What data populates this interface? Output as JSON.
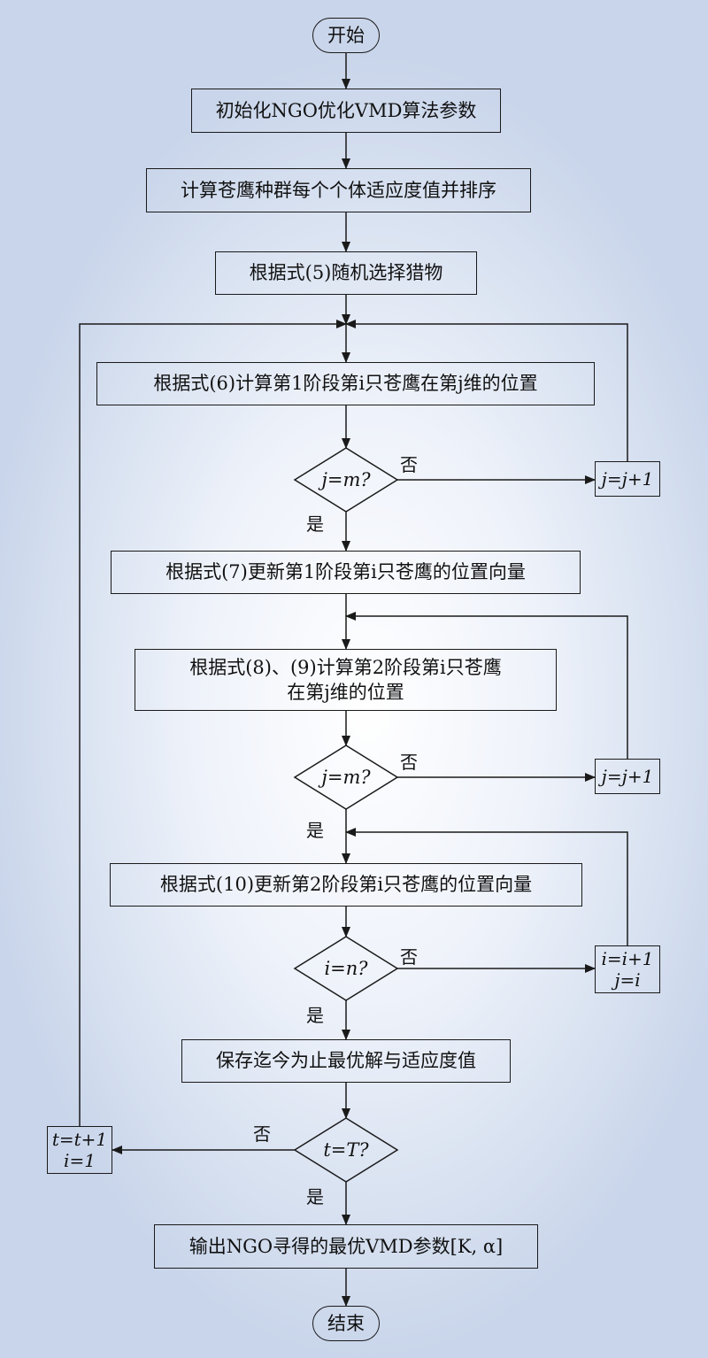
{
  "nodes": {
    "start": "开始",
    "init": "初始化NGO优化VMD算法参数",
    "fitness": "计算苍鹰种群每个个体适应度值并排序",
    "select_prey": "根据式(5)随机选择猎物",
    "phase1_calc": "根据式(6)计算第1阶段第i只苍鹰在第j维的位置",
    "decision1": "j=m?",
    "increment1": "j=j+1",
    "phase1_update": "根据式(7)更新第1阶段第i只苍鹰的位置向量",
    "phase2_calc_line1": "根据式(8)、(9)计算第2阶段第i只苍鹰",
    "phase2_calc_line2": "在第j维的位置",
    "decision2": "j=m?",
    "increment2": "j=j+1",
    "phase2_update": "根据式(10)更新第2阶段第i只苍鹰的位置向量",
    "decision3": "i=n?",
    "increment3_line1": "i=i+1",
    "increment3_line2": "j=i",
    "save": "保存迄今为止最优解与适应度值",
    "decision4": "t=T?",
    "increment4_line1": "t=t+1",
    "increment4_line2": "i=1",
    "output": "输出NGO寻得的最优VMD参数[K, α]",
    "end": "结束"
  },
  "edge_labels": {
    "d1_no": "否",
    "d1_yes": "是",
    "d2_no": "否",
    "d2_yes": "是",
    "d3_no": "否",
    "d3_yes": "是",
    "d4_no": "否",
    "d4_yes": "是"
  }
}
